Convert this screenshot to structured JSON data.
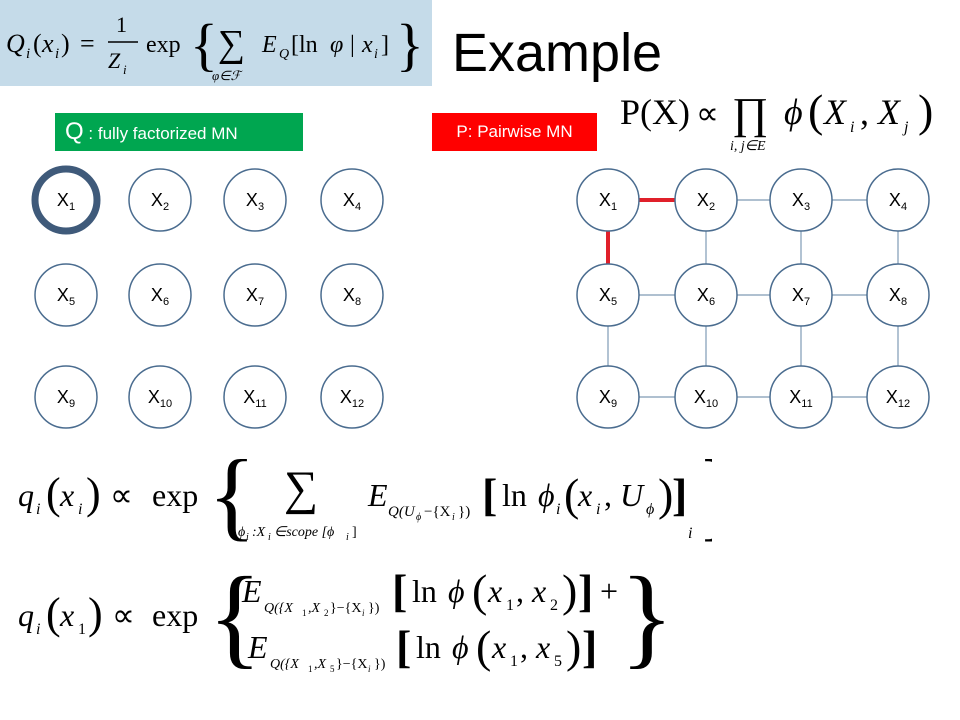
{
  "title": "Example",
  "q_label": {
    "prefix": "Q",
    "text": " : fully factorized MN"
  },
  "p_label": "P: Pairwise MN",
  "nodes": [
    {
      "name": "X",
      "sub": "1"
    },
    {
      "name": "X",
      "sub": "2"
    },
    {
      "name": "X",
      "sub": "3"
    },
    {
      "name": "X",
      "sub": "4"
    },
    {
      "name": "X",
      "sub": "5"
    },
    {
      "name": "X",
      "sub": "6"
    },
    {
      "name": "X",
      "sub": "7"
    },
    {
      "name": "X",
      "sub": "8"
    },
    {
      "name": "X",
      "sub": "9"
    },
    {
      "name": "X",
      "sub": "10"
    },
    {
      "name": "X",
      "sub": "11"
    },
    {
      "name": "X",
      "sub": "12"
    }
  ],
  "q_graph": {
    "highlighted_node": 0,
    "edges": []
  },
  "p_graph": {
    "edges": [
      [
        0,
        1
      ],
      [
        1,
        2
      ],
      [
        2,
        3
      ],
      [
        4,
        5
      ],
      [
        5,
        6
      ],
      [
        6,
        7
      ],
      [
        8,
        9
      ],
      [
        9,
        10
      ],
      [
        10,
        11
      ],
      [
        0,
        4
      ],
      [
        1,
        5
      ],
      [
        2,
        6
      ],
      [
        3,
        7
      ],
      [
        4,
        8
      ],
      [
        5,
        9
      ],
      [
        6,
        10
      ],
      [
        7,
        11
      ]
    ],
    "highlighted_edges": [
      [
        0,
        1
      ],
      [
        0,
        4
      ]
    ]
  },
  "colors": {
    "node_border": "#4a6c8f",
    "highlight_node_border": "#3f5a7a",
    "edge": "#7f9bb5",
    "highlight_edge": "#e0202a",
    "q_label_bg": "#00a650",
    "p_label_bg": "#ff0000",
    "formula_bg": "#c5dbe9"
  },
  "formulas": {
    "top": "Q_i(x_i) = (1/Z_i) exp { Σ_{φ∈F} E_Q[ln φ | x_i] }",
    "p": "P(X) ∝ ∏_{i,j∈E} φ(X_i, X_j)",
    "eq1": "q_i(x_i) ∝ exp { Σ_{φ_i : X_i ∈ scope[φ_i]} E_{Q(U_φ − {X_i})} [ln φ_i(x_i, U_φ)]_i }",
    "eq2": "q_i(x_1) ∝ exp { E_{Q({X_1,X_2}−{X_i})} [ln φ(x_1, x_2)] + E_{Q({X_1,X_5}−{X_i})} [ln φ(x_1, x_5)] }"
  }
}
